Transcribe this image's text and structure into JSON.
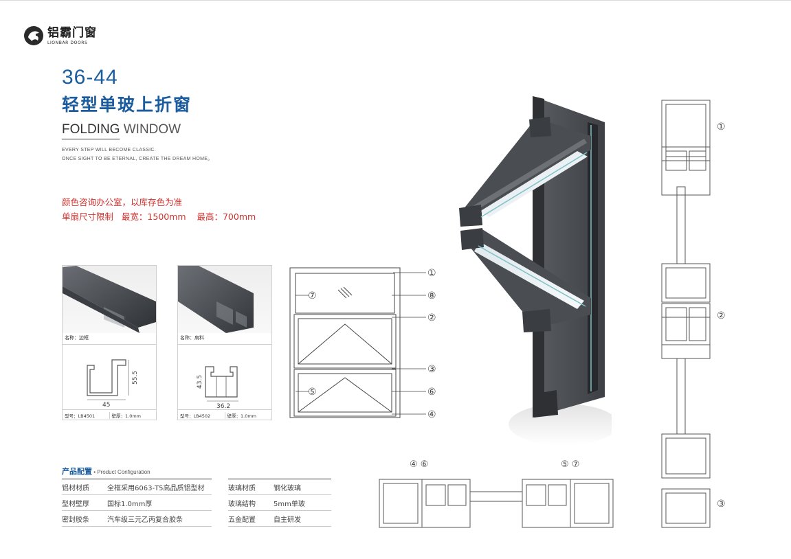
{
  "brand": {
    "name_cn": "铝霸门窗",
    "name_en": "LIONBAR DOORS"
  },
  "title": {
    "model": "36-44",
    "name_cn": "轻型单玻上折窗",
    "name_en_bold": "FOLDING",
    "name_en_light": " WINDOW",
    "slogan_line1": "EVERY STEP WILL BECOME CLASSIC.",
    "slogan_line2": "ONCE SIGHT TO BE ETERNAL, CREATE THE DREAM HOME。"
  },
  "notes": {
    "color": "颜色咨询办公室，以库存色为准",
    "size": "单扇尺寸限制   最宽：1500mm    最高：700mm"
  },
  "profiles": [
    {
      "name": "名称：边框",
      "model": "型号：LB4501",
      "thickness": "壁厚：1.0mm",
      "dim_w": "45",
      "dim_h": "55.5"
    },
    {
      "name": "名称：扇料",
      "model": "型号：LB4502",
      "thickness": "壁厚：1.0mm",
      "dim_w": "36.2",
      "dim_h": "43.5"
    }
  ],
  "elevation_markers": [
    "①",
    "⑦",
    "⑧",
    "②",
    "③",
    "⑤",
    "⑥",
    "④"
  ],
  "section_markers": {
    "s1": "①",
    "s2": "②",
    "s3": "③"
  },
  "bottom_section_markers": {
    "left": "④ ⑥",
    "right": "⑤ ⑦"
  },
  "config": {
    "title": "产品配置",
    "subtitle": " • Product Configuration",
    "left": [
      {
        "k": "铝材材质",
        "v": "全框采用6063-T5高品质铝型材"
      },
      {
        "k": "型材壁厚",
        "v": "国标1.0mm厚"
      },
      {
        "k": "密封胶条",
        "v": "汽车级三元乙丙复合胶条"
      }
    ],
    "right": [
      {
        "k": "玻璃材质",
        "v": "钢化玻璃"
      },
      {
        "k": "玻璃结构",
        "v": "5mm单玻"
      },
      {
        "k": "五金配置",
        "v": "自主研发"
      }
    ]
  },
  "colors": {
    "accent_blue": "#1a5c9e",
    "note_red": "#d0312d",
    "profile_gray": "#4a4d52"
  }
}
